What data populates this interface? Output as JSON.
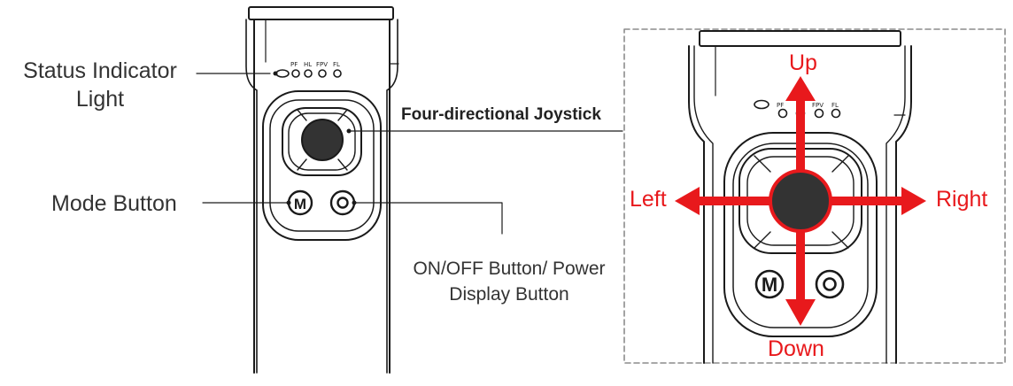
{
  "labels": {
    "status_indicator": [
      "Status Indicator",
      "Light"
    ],
    "mode_button": "Mode Button",
    "onoff_button": [
      "ON/OFF Button/ Power",
      "Display Button"
    ],
    "joystick": "Four-directional Joystick"
  },
  "indicator_marks": [
    "PF",
    "HL",
    "FPV",
    "FL"
  ],
  "button_glyphs": {
    "mode": "M",
    "power": "O"
  },
  "directions": {
    "up": "Up",
    "down": "Down",
    "left": "Left",
    "right": "Right"
  },
  "colors": {
    "arrow": "#e8191c",
    "line": "#1a1a1a",
    "label": "#333333",
    "frame": "#8c8c8c"
  }
}
